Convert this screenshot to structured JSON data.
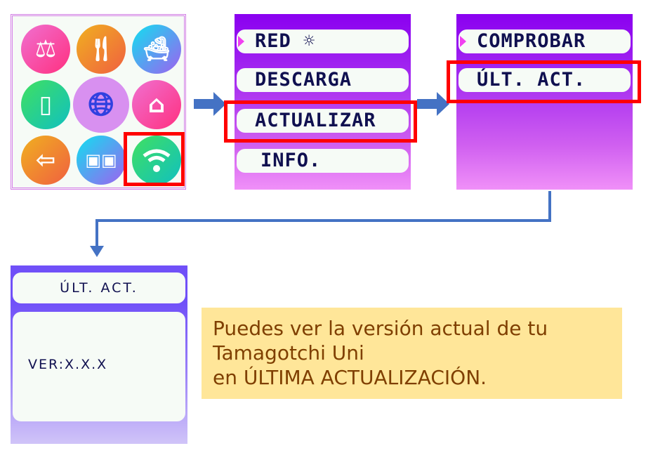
{
  "main_menu": {
    "icons": [
      "scale-icon",
      "food-icon",
      "bath-icon",
      "phone-icon",
      "globe-icon",
      "gift-house-icon",
      "exit-door-icon",
      "connect-devices-icon",
      "wifi-icon"
    ],
    "selected": "wifi-icon"
  },
  "network_menu": {
    "items": [
      {
        "label": "RED ☼"
      },
      {
        "label": "DESCARGA"
      },
      {
        "label": "ACTUALIZAR"
      },
      {
        "label": "INFO."
      }
    ],
    "selected": "ACTUALIZAR"
  },
  "update_menu": {
    "items": [
      {
        "label": "COMPROBAR"
      },
      {
        "label": "ÚLT. ACT."
      }
    ],
    "selected": "ÚLT. ACT."
  },
  "version_screen": {
    "title": "ÚLT. ACT.",
    "version": "VER:X.X.X"
  },
  "note": {
    "lines": [
      "Puedes ver la versión actual de tu",
      "Tamagotchi Uni",
      "en ÚLTIMA ACTUALIZACIÓN."
    ]
  },
  "colors": {
    "highlight": "#ff0000",
    "arrow": "#4472c4",
    "note_bg": "#ffe699",
    "note_text": "#7f3f00"
  }
}
